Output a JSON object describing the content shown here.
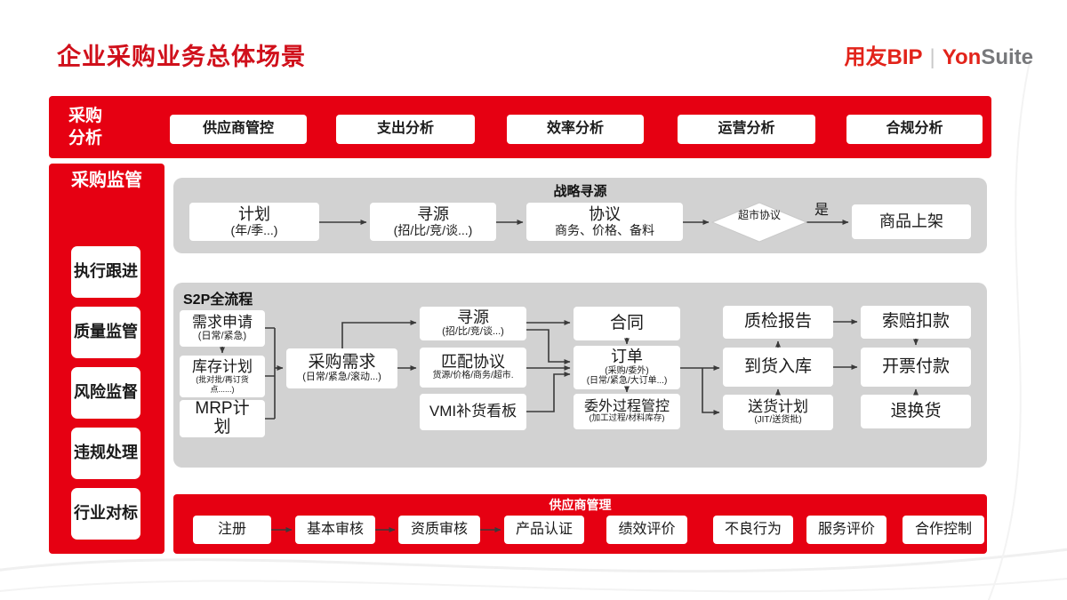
{
  "page": {
    "title": "企业采购业务总体场景"
  },
  "brand": {
    "bip": "用友BIP",
    "divider": "|",
    "yon": "Yon",
    "suite": "Suite"
  },
  "colors": {
    "brand_red": "#e60012",
    "title_red": "#d0101b",
    "panel_gray": "#d2d2d2",
    "logo_gray": "#77787b",
    "text_dark": "#1a1a1a"
  },
  "analysis": {
    "label": "采购分析",
    "items": [
      "供应商管控",
      "支出分析",
      "效率分析",
      "运营分析",
      "合规分析"
    ]
  },
  "supervision": {
    "label": "采购监管",
    "items": [
      "执行跟进",
      "质量监管",
      "风险监督",
      "违规处理",
      "行业对标"
    ]
  },
  "strategic": {
    "title": "战略寻源",
    "plan": {
      "title": "计划",
      "sub": "(年/季...)"
    },
    "sourcing": {
      "title": "寻源",
      "sub": "(招/比/竞/谈...)"
    },
    "agreement": {
      "title": "协议",
      "sub": "商务、价格、备料"
    },
    "decision": "超市协议",
    "yes_label": "是",
    "listing": "商品上架"
  },
  "s2p": {
    "title": "S2P全流程",
    "demand_request": {
      "title": "需求申请",
      "sub": "(日常/紧急)"
    },
    "inventory_plan": {
      "title": "库存计划",
      "sub": "(批对批/再订货点......)"
    },
    "mrp_plan": {
      "title": "MRP计划"
    },
    "purchase_demand": {
      "title": "采购需求",
      "sub": "(日常/紧急/滚动...)"
    },
    "sourcing": {
      "title": "寻源",
      "sub": "(招/比/竞/谈...)"
    },
    "match_agreement": {
      "title": "匹配协议",
      "sub": "货源/价格/商务/超市."
    },
    "vmi_board": {
      "title": "VMI补货看板"
    },
    "contract": {
      "title": "合同"
    },
    "order": {
      "title": "订单",
      "sub": "(采购/委外)",
      "sub2": "(日常/紧急/大订单...)"
    },
    "outsourcing_control": {
      "title": "委外过程管控",
      "sub": "(加工过程/材料库存)"
    },
    "inspection_report": {
      "title": "质检报告"
    },
    "goods_receipt": {
      "title": "到货入库"
    },
    "delivery_plan": {
      "title": "送货计划",
      "sub": "(JIT/送货批)"
    },
    "claim_deduction": {
      "title": "索赔扣款"
    },
    "invoice_payment": {
      "title": "开票付款"
    },
    "return_exchange": {
      "title": "退换货"
    }
  },
  "supplier": {
    "title": "供应商管理",
    "flow": [
      "注册",
      "基本审核",
      "资质审核",
      "产品认证"
    ],
    "items": [
      "绩效评价",
      "不良行为",
      "服务评价",
      "合作控制"
    ]
  }
}
